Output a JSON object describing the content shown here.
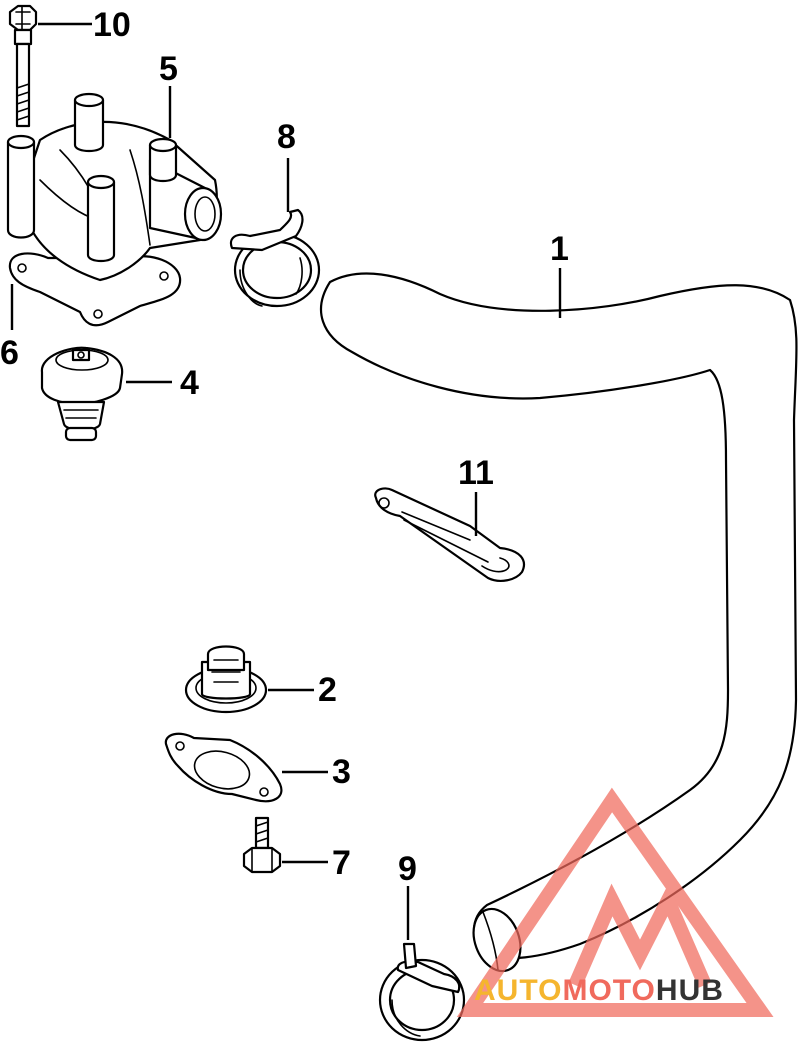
{
  "callouts": {
    "c1": "1",
    "c2": "2",
    "c3": "3",
    "c4": "4",
    "c5": "5",
    "c6": "6",
    "c7": "7",
    "c8": "8",
    "c9": "9",
    "c10": "10",
    "c11": "11"
  },
  "watermark": {
    "part_a": "AUTO",
    "part_b": "MOTO",
    "part_c": "HUB",
    "color_a": "#f5b52e",
    "color_b": "#f06a5d",
    "color_c": "#333333",
    "logo_color": "#f06a5d"
  }
}
